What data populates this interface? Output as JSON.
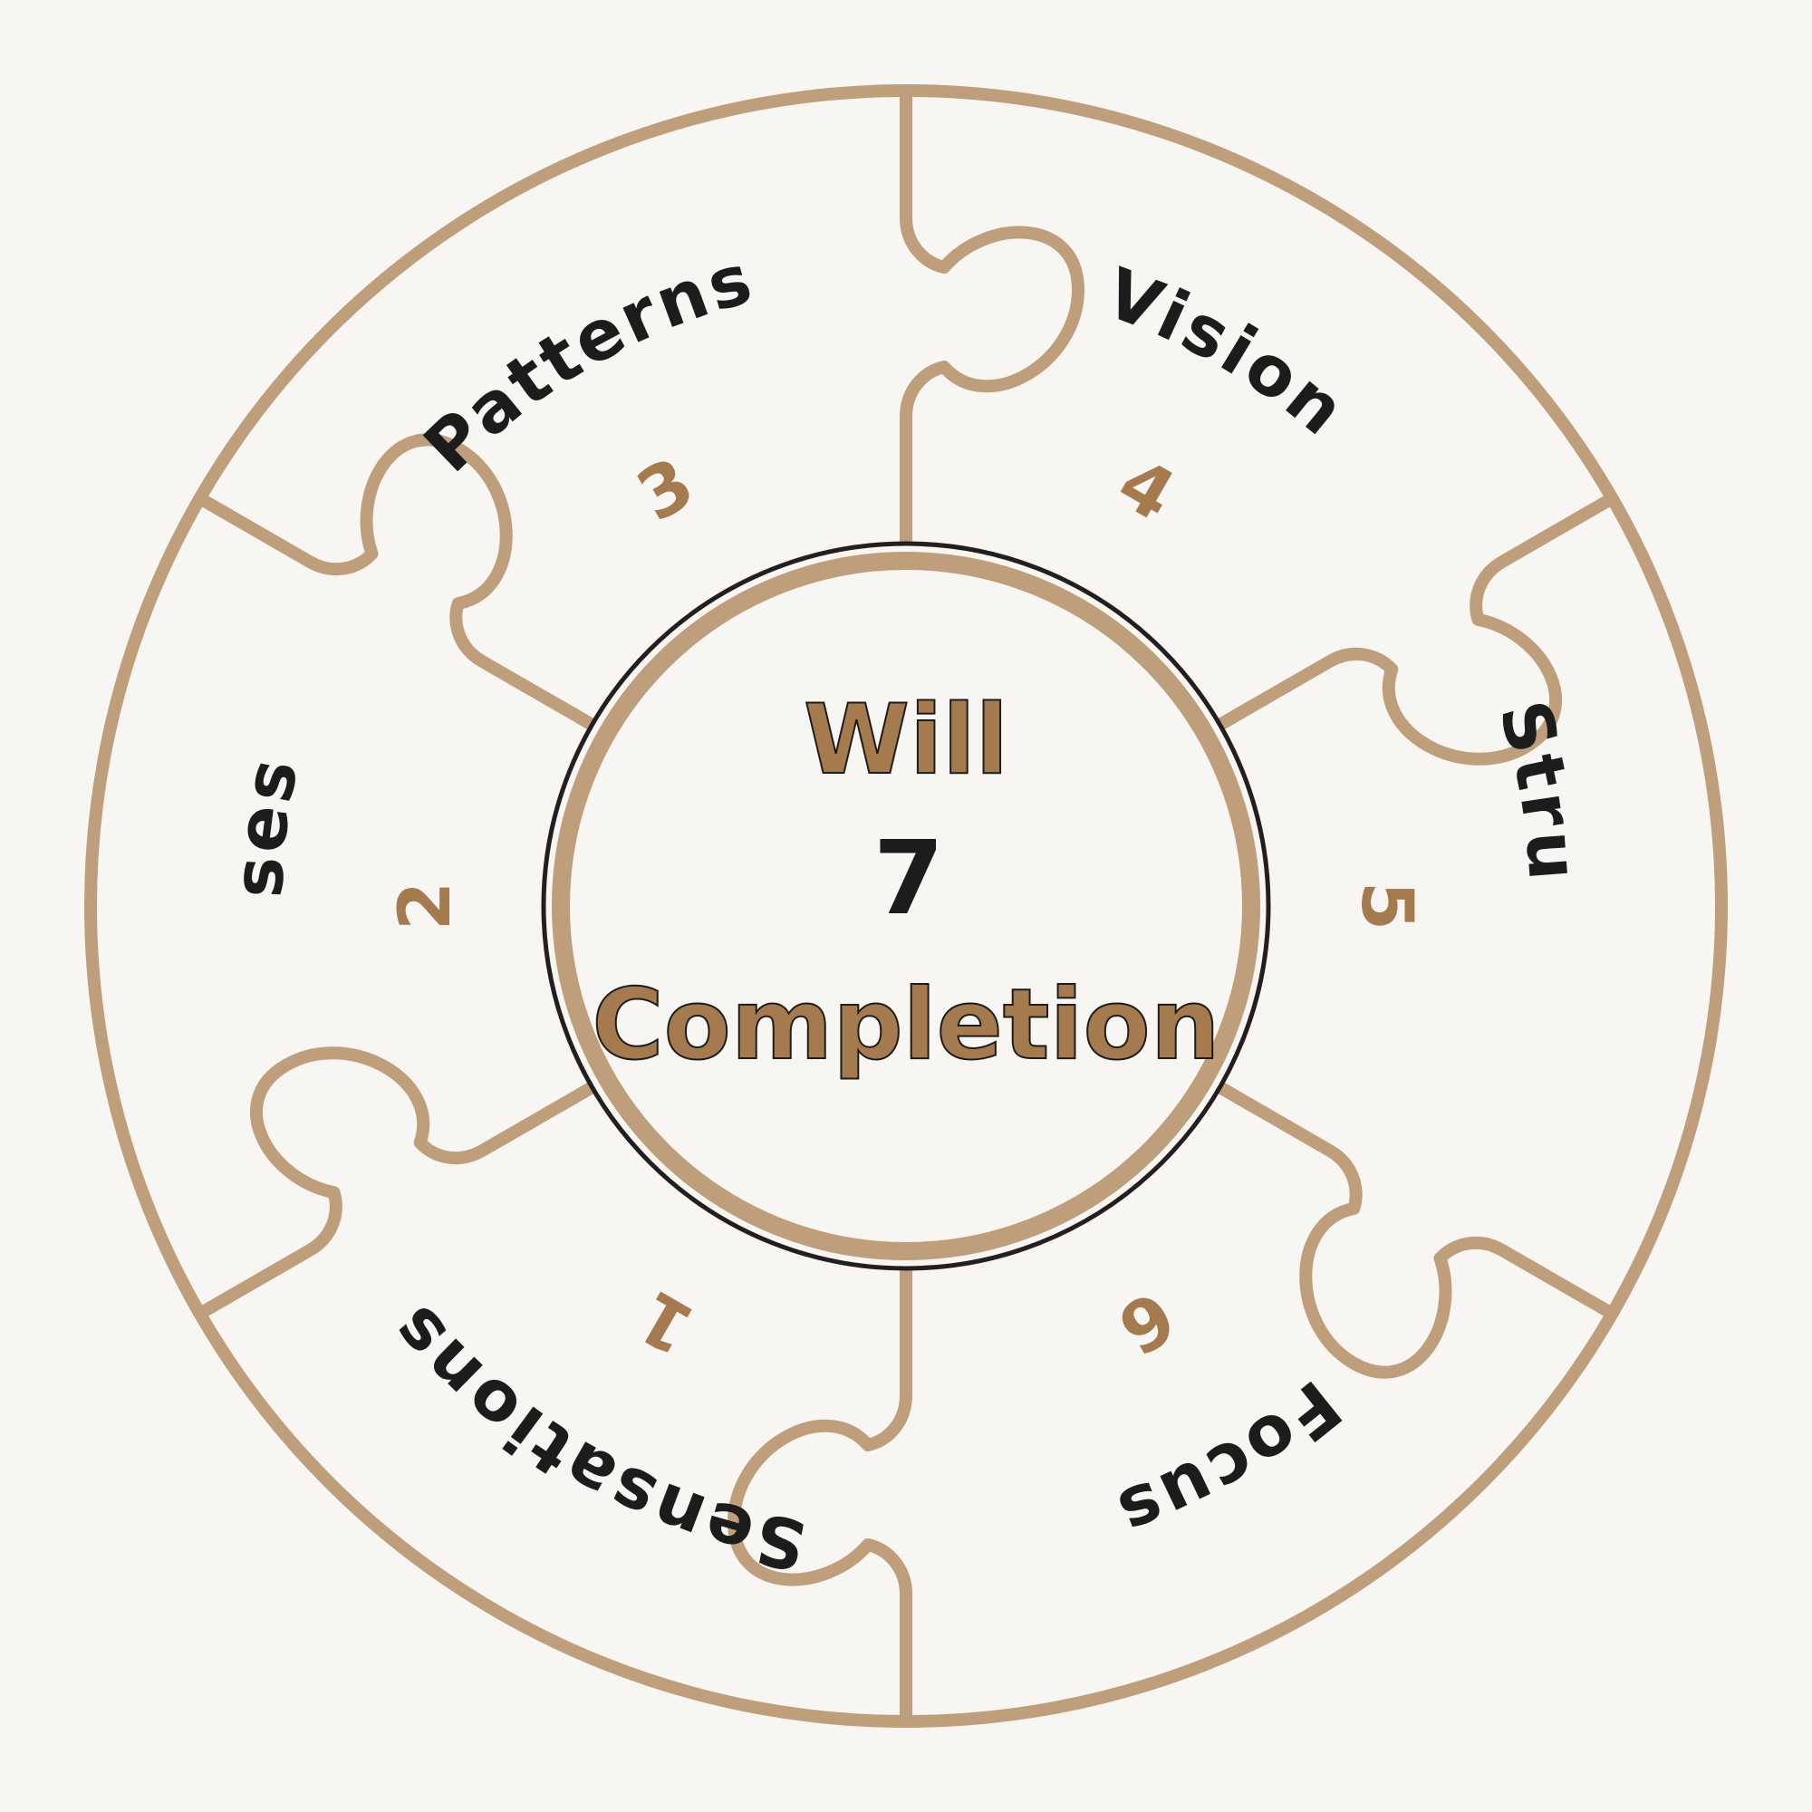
{
  "center": {
    "top": "Will",
    "number": "7",
    "bottom": "Completion"
  },
  "segments": [
    {
      "number": "1",
      "label": "Sensations"
    },
    {
      "number": "2",
      "label": "Senses"
    },
    {
      "number": "3",
      "label": "Patterns"
    },
    {
      "number": "4",
      "label": "Vision"
    },
    {
      "number": "5",
      "label": "Structure"
    },
    {
      "number": "6",
      "label": "Focus"
    }
  ],
  "colors": {
    "accent": "#bf9e7b",
    "accent_text": "#a57a4e",
    "text": "#1c1c1c",
    "background": "#f8f6f2"
  }
}
